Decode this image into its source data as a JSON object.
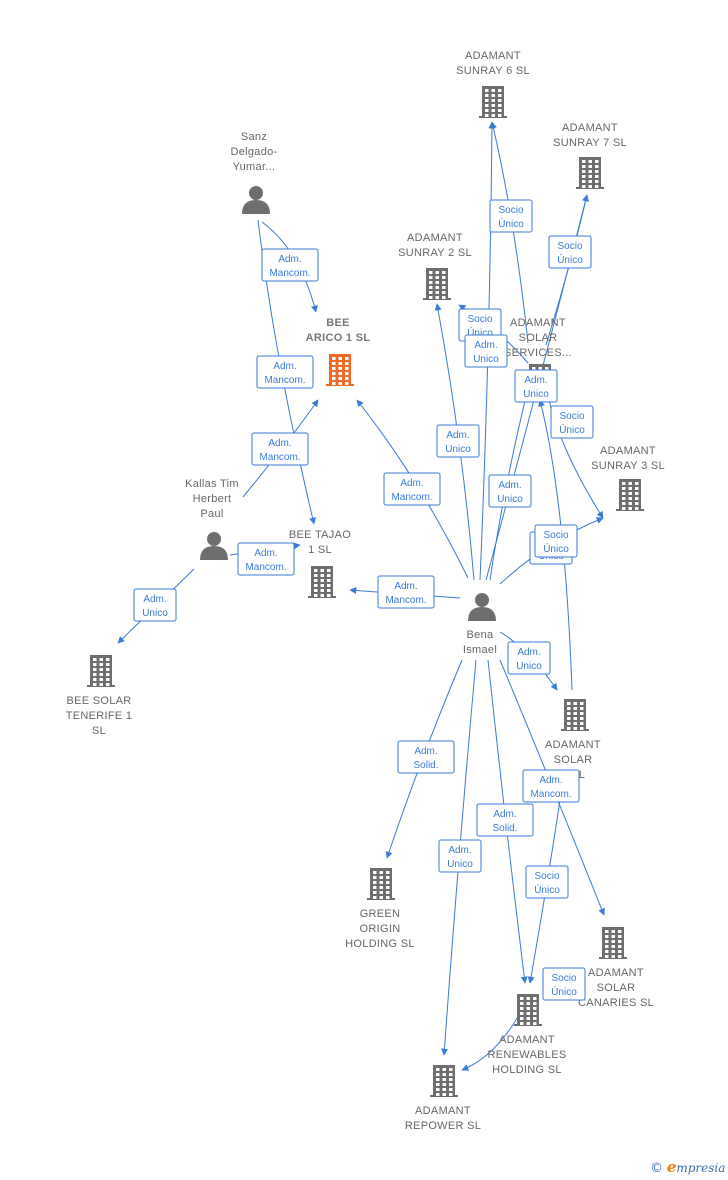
{
  "nodes": [
    {
      "id": "sunray6",
      "type": "company",
      "lines": [
        "ADAMANT",
        "SUNRAY 6  SL"
      ]
    },
    {
      "id": "sunray7",
      "type": "company",
      "lines": [
        "ADAMANT",
        "SUNRAY 7  SL"
      ]
    },
    {
      "id": "sanz",
      "type": "person",
      "lines": [
        "Sanz",
        "Delgado-",
        "Yumar..."
      ]
    },
    {
      "id": "sunray2",
      "type": "company",
      "lines": [
        "ADAMANT",
        "SUNRAY 2  SL"
      ]
    },
    {
      "id": "bee_arico",
      "type": "company",
      "highlight": true,
      "lines": [
        "BEE",
        "ARICO 1  SL"
      ]
    },
    {
      "id": "adamant_services",
      "type": "company",
      "lines": [
        "ADAMANT",
        "SOLAR",
        "SERVICES..."
      ]
    },
    {
      "id": "sunray3",
      "type": "company",
      "lines": [
        "ADAMANT",
        "SUNRAY 3  SL"
      ]
    },
    {
      "id": "kallas",
      "type": "person",
      "lines": [
        "Kallas Tim",
        "Herbert",
        "Paul"
      ]
    },
    {
      "id": "bee_tajao",
      "type": "company",
      "lines": [
        "BEE TAJAO",
        "1  SL"
      ]
    },
    {
      "id": "bena",
      "type": "person",
      "lines": [
        "Bena",
        "Ismael"
      ]
    },
    {
      "id": "bee_tenerife",
      "type": "company",
      "lines": [
        "BEE SOLAR",
        "TENERIFE 1",
        "SL"
      ]
    },
    {
      "id": "adamant_solar_a",
      "type": "company",
      "lines": [
        "ADAMANT",
        "SOLAR",
        "A  SL"
      ]
    },
    {
      "id": "green_origin",
      "type": "company",
      "lines": [
        "GREEN",
        "ORIGIN",
        "HOLDING  SL"
      ]
    },
    {
      "id": "canaries",
      "type": "company",
      "lines": [
        "ADAMANT",
        "SOLAR",
        "CANARIES  SL"
      ]
    },
    {
      "id": "renewables",
      "type": "company",
      "lines": [
        "ADAMANT",
        "RENEWABLES",
        "HOLDING  SL"
      ]
    },
    {
      "id": "repower",
      "type": "company",
      "lines": [
        "ADAMANT",
        "REPOWER  SL"
      ]
    }
  ],
  "edges": [
    {
      "from": "sanz",
      "to": "bee_arico",
      "label": [
        "Adm.",
        "Mancom."
      ]
    },
    {
      "from": "sanz",
      "to": "bee_tajao",
      "label": [
        "Adm.",
        "Mancom."
      ]
    },
    {
      "from": "kallas",
      "to": "bee_arico",
      "label": [
        "Adm.",
        "Mancom."
      ]
    },
    {
      "from": "kallas",
      "to": "bee_tajao",
      "label": [
        "Adm.",
        "Mancom."
      ]
    },
    {
      "from": "kallas",
      "to": "bee_tenerife",
      "label": [
        "Adm.",
        "Unico"
      ]
    },
    {
      "from": "bena",
      "to": "bee_arico",
      "label": [
        "Adm.",
        "Mancom."
      ]
    },
    {
      "from": "bena",
      "to": "bee_tajao",
      "label": [
        "Adm.",
        "Mancom."
      ]
    },
    {
      "from": "bena",
      "to": "sunray2",
      "label": [
        "Adm.",
        "Unico"
      ]
    },
    {
      "from": "adamant_services",
      "to": "sunray2",
      "label": [
        "Socio",
        "Único"
      ]
    },
    {
      "from": "bena",
      "to": "sunray6",
      "label": [
        "Adm.",
        "Unico"
      ]
    },
    {
      "from": "adamant_services",
      "to": "sunray6",
      "label": [
        "Socio",
        "Único"
      ]
    },
    {
      "from": "bena",
      "to": "sunray7",
      "label": [
        "Adm.",
        "Unico"
      ]
    },
    {
      "from": "adamant_services",
      "to": "sunray7",
      "label": [
        "Socio",
        "Único"
      ]
    },
    {
      "from": "bena",
      "to": "adamant_services",
      "label": [
        "Adm.",
        "Unico"
      ]
    },
    {
      "from": "adamant_solar_a",
      "to": "adamant_services",
      "label": [
        "Socio",
        "Único"
      ]
    },
    {
      "from": "bena",
      "to": "sunray3",
      "label": [
        "Adm.",
        "Unico"
      ]
    },
    {
      "from": "adamant_services",
      "to": "sunray3",
      "label": [
        "Socio",
        "Único"
      ]
    },
    {
      "from": "bena",
      "to": "adamant_solar_a",
      "label": [
        "Adm.",
        "Unico"
      ]
    },
    {
      "from": "bena",
      "to": "green_origin",
      "label": [
        "Adm.",
        "Solid."
      ]
    },
    {
      "from": "bena",
      "to": "repower",
      "label": [
        "Adm.",
        "Unico"
      ]
    },
    {
      "from": "bena",
      "to": "renewables",
      "label": [
        "Adm.",
        "Solid."
      ]
    },
    {
      "from": "bena",
      "to": "canaries",
      "label": [
        "Adm.",
        "Mancom."
      ]
    },
    {
      "from": "canaries",
      "to": "renewables",
      "label": [
        "Socio",
        "Único"
      ]
    },
    {
      "from": "renewables",
      "to": "repower",
      "label": [
        "Socio",
        "Único"
      ]
    }
  ],
  "colors": {
    "edge": "#3a7bd5",
    "icon": "#6e6e6e",
    "highlight": "#f06a25",
    "text": "#666666"
  },
  "watermark": {
    "symbol": "©",
    "brand_first": "e",
    "brand_rest": "mpresia"
  }
}
